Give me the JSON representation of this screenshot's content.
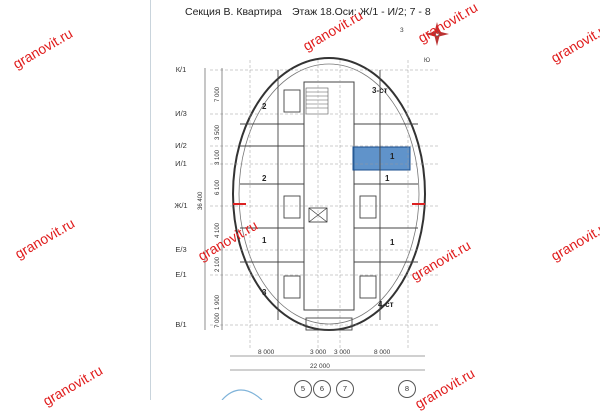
{
  "header": {
    "section": "Секция В. Квартира",
    "floor": "Этаж 18.Оси: Ж/1 - И/2; 7 - 8"
  },
  "watermark": "granovit.ru",
  "axes_left": [
    "К/1",
    "И/3",
    "И/2",
    "И/1",
    "Ж/1",
    "Е/3",
    "Е/1",
    "В/1"
  ],
  "dims_left": [
    "7 000",
    "3 500",
    "3 100",
    "6 100",
    "4 100",
    "2 100",
    "1 900",
    "7 000"
  ],
  "dim_total_v": "36 400",
  "dims_bottom": [
    "8 000",
    "3 000",
    "3 000",
    "8 000"
  ],
  "dim_total_h": "22 000",
  "bottom_axes": [
    "5",
    "6",
    "7",
    "8"
  ],
  "compass": {
    "n": "З",
    "e": "Ю"
  },
  "room_labels": [
    "2",
    "3-ст",
    "1",
    "2",
    "1",
    "1",
    "1",
    "3",
    "4-ст"
  ],
  "colors": {
    "highlight": "#2b6fb8",
    "walls": "#333333",
    "watermark": "#e01c1c"
  }
}
